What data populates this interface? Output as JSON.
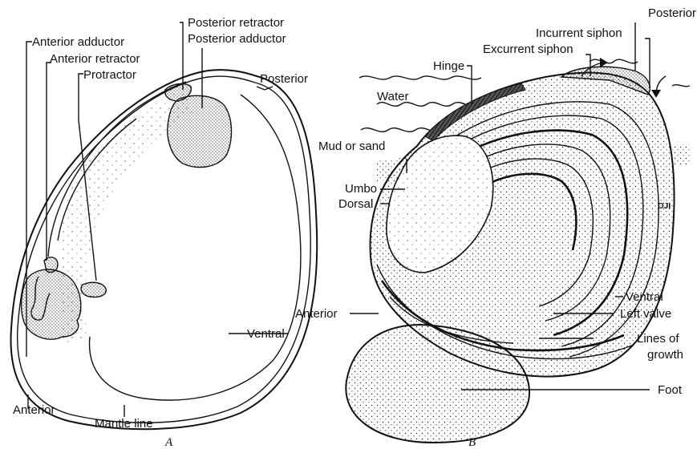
{
  "panel_a": {
    "caption": "A",
    "labels": {
      "anterior_adductor": "Anterior adductor",
      "anterior_retractor": "Anterior retractor",
      "protractor": "Protractor",
      "posterior_retractor": "Posterior retractor",
      "posterior_adductor": "Posterior adductor",
      "posterior": "Posterior",
      "ventral": "Ventral",
      "anterior": "Anterior",
      "mantle_line": "Mantle line"
    }
  },
  "panel_b": {
    "caption": "B",
    "labels": {
      "posterior": "Posterior",
      "incurrent_siphon": "Incurrent siphon",
      "excurrent_siphon": "Excurrent siphon",
      "hinge": "Hinge",
      "water": "Water",
      "mud_or_sand": "Mud or sand",
      "umbo": "Umbo",
      "dorsal": "Dorsal",
      "anterior": "Anterior",
      "ventral": "Ventral",
      "left_valve": "Left valve",
      "lines_of_growth_1": "Lines of",
      "lines_of_growth_2": "growth",
      "foot": "Foot",
      "signature": "OJI"
    }
  }
}
